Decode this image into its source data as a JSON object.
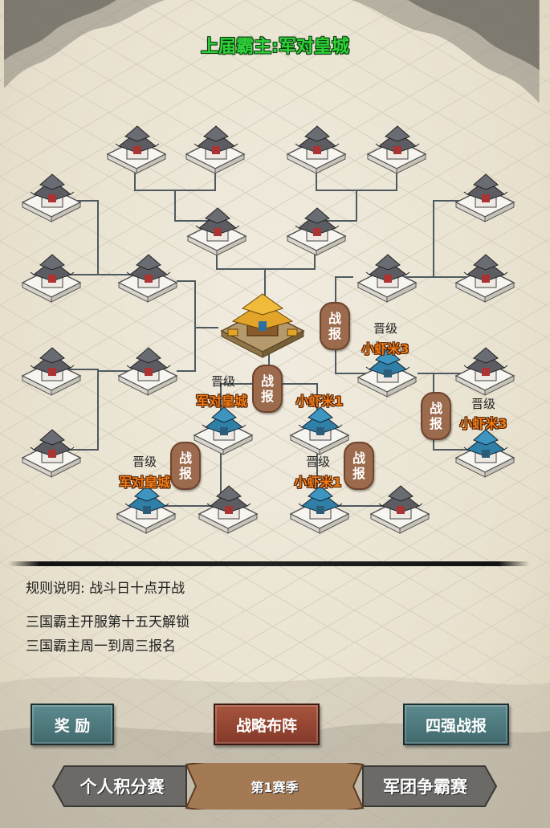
{
  "champion_label": "上届霸主:军对皇城",
  "report_label": [
    "战",
    "报"
  ],
  "promotions": [
    {
      "label": "晋级",
      "name": "小虾米3"
    },
    {
      "label": "晋级",
      "name": "军对皇城"
    },
    {
      "label": "晋级",
      "name": "小虾米3"
    },
    {
      "label": "晋级",
      "name": "军对皇城"
    },
    {
      "label": "晋级",
      "name": "小虾米1"
    }
  ],
  "unpromoted_name": "小虾米1",
  "rules": {
    "line1": "规则说明: 战斗日十点开战",
    "line2": "三国霸主开服第十五天解锁",
    "line3": "三国霸主周一到周三报名"
  },
  "buttons": {
    "reward": "奖 励",
    "strategy": "战略布阵",
    "top4_report": "四强战报"
  },
  "tabs": {
    "left": "个人积分赛",
    "center": "第1赛季",
    "right": "军团争霸赛"
  },
  "colors": {
    "champion_green": "#2fd23a",
    "name_orange": "#f07b17",
    "report_brown": "#9c6a4c",
    "teal_button": "#4f7b7f",
    "brown_button": "#96473a"
  }
}
